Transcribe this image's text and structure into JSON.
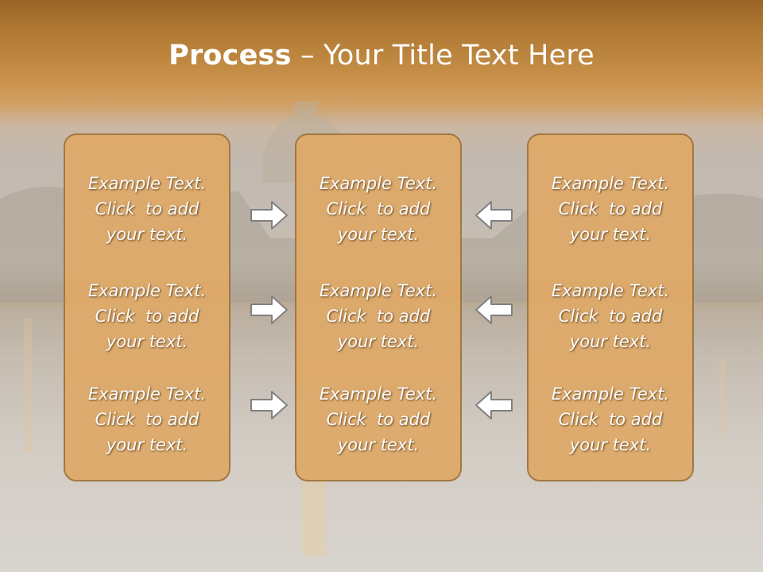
{
  "title": {
    "bold": "Process",
    "rest": " – Your Title Text Here"
  },
  "columns": [
    {
      "items": [
        {
          "line1": "Example Text.",
          "line2": "Click  to add",
          "line3": "your text."
        },
        {
          "line1": "Example Text.",
          "line2": "Click  to add",
          "line3": "your text."
        },
        {
          "line1": "Example Text.",
          "line2": "Click  to add",
          "line3": "your text."
        }
      ]
    },
    {
      "items": [
        {
          "line1": "Example Text.",
          "line2": "Click  to add",
          "line3": "your text."
        },
        {
          "line1": "Example Text.",
          "line2": "Click  to add",
          "line3": "your text."
        },
        {
          "line1": "Example Text.",
          "line2": "Click  to add",
          "line3": "your text."
        }
      ]
    },
    {
      "items": [
        {
          "line1": "Example Text.",
          "line2": "Click  to add",
          "line3": "your text."
        },
        {
          "line1": "Example Text.",
          "line2": "Click  to add",
          "line3": "your text."
        },
        {
          "line1": "Example Text.",
          "line2": "Click  to add",
          "line3": "your text."
        }
      ]
    }
  ],
  "colors": {
    "header": "#c9914a",
    "box_fill": "#deaa6a",
    "box_border": "#a0763e",
    "text": "#ffffff",
    "arrow_fill": "#ffffff",
    "arrow_stroke": "#808080"
  },
  "icons": {
    "left_arrows": "arrow-right-icon",
    "right_arrows": "arrow-left-icon",
    "background": "capitol-reflection-photo"
  }
}
